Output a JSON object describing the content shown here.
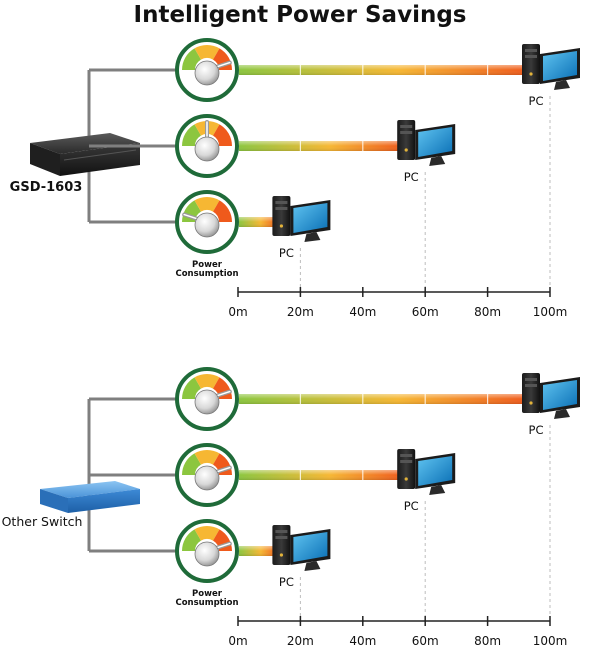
{
  "title": "Intelligent Power Savings",
  "pc_label": "PC",
  "meter_label_line1": "Power",
  "meter_label_line2": "Consumption",
  "axis_ticks": [
    "0m",
    "20m",
    "40m",
    "60m",
    "80m",
    "100m"
  ],
  "colors": {
    "ring": "#1f6b39",
    "bar_start": "#8cc63f",
    "bar_mid": "#f6b733",
    "bar_end": "#ef5a1c",
    "line": "#7f7f7f",
    "switch_blue": "#3d8ad6"
  },
  "panels": [
    {
      "device_label": "GSD-1603",
      "device_type": "dark-switch",
      "rows": [
        {
          "cable_length_m": 100,
          "meter_level": 0.9,
          "pc_labeled": true
        },
        {
          "cable_length_m": 60,
          "meter_level": 0.5,
          "pc_labeled": true
        },
        {
          "cable_length_m": 20,
          "meter_level": 0.1,
          "pc_labeled": true
        }
      ]
    },
    {
      "device_label": "Other Switch",
      "device_type": "blue-switch",
      "rows": [
        {
          "cable_length_m": 100,
          "meter_level": 0.9,
          "pc_labeled": true
        },
        {
          "cable_length_m": 60,
          "meter_level": 0.9,
          "pc_labeled": true
        },
        {
          "cable_length_m": 20,
          "meter_level": 0.9,
          "pc_labeled": true
        }
      ]
    }
  ]
}
